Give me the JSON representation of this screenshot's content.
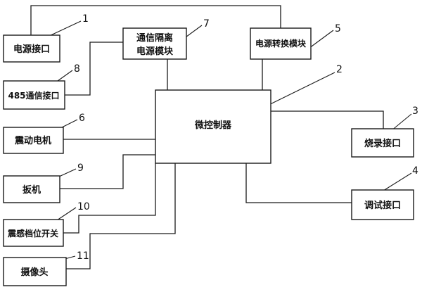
{
  "blocks": {
    "power_port": "电源接口",
    "rs485_port": "485通信接口",
    "vibration_motor": "震动电机",
    "trigger": "扳机",
    "vibration_switch": "震感档位开关",
    "camera": "摄像头",
    "isolated_power_line1": "通信隔离",
    "isolated_power_line2": "电源模块",
    "power_converter": "电源转换模块",
    "mcu": "微控制器",
    "flash_port": "烧录接口",
    "debug_port": "调试接口"
  },
  "refs": {
    "power_port": "1",
    "mcu": "2",
    "flash_port": "3",
    "debug_port": "4",
    "power_converter": "5",
    "vibration_motor": "6",
    "isolated_power": "7",
    "rs485_port": "8",
    "trigger": "9",
    "vibration_switch": "10",
    "camera": "11"
  }
}
